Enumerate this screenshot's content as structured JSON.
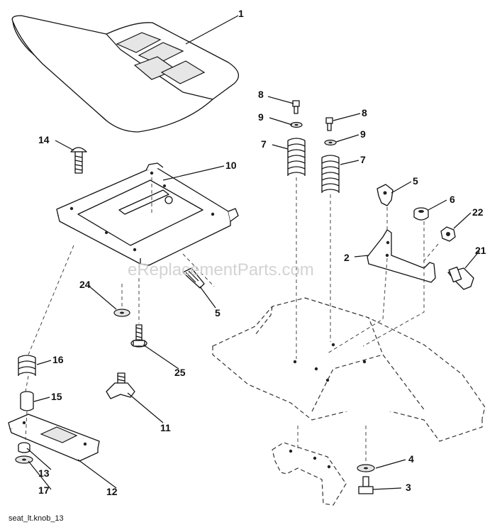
{
  "watermark": "eReplacementParts.com",
  "diagram_code": "seat_lt.knob_13",
  "callouts": [
    {
      "id": "1",
      "label": "1"
    },
    {
      "id": "2",
      "label": "2"
    },
    {
      "id": "3",
      "label": "3"
    },
    {
      "id": "4",
      "label": "4"
    },
    {
      "id": "5a",
      "label": "5"
    },
    {
      "id": "5b",
      "label": "5"
    },
    {
      "id": "6",
      "label": "6"
    },
    {
      "id": "7a",
      "label": "7"
    },
    {
      "id": "7b",
      "label": "7"
    },
    {
      "id": "8a",
      "label": "8"
    },
    {
      "id": "8b",
      "label": "8"
    },
    {
      "id": "9a",
      "label": "9"
    },
    {
      "id": "9b",
      "label": "9"
    },
    {
      "id": "10",
      "label": "10"
    },
    {
      "id": "11",
      "label": "11"
    },
    {
      "id": "12",
      "label": "12"
    },
    {
      "id": "13",
      "label": "13"
    },
    {
      "id": "14",
      "label": "14"
    },
    {
      "id": "15",
      "label": "15"
    },
    {
      "id": "16",
      "label": "16"
    },
    {
      "id": "17",
      "label": "17"
    },
    {
      "id": "21",
      "label": "21"
    },
    {
      "id": "22",
      "label": "22"
    },
    {
      "id": "24",
      "label": "24"
    },
    {
      "id": "25",
      "label": "25"
    }
  ]
}
